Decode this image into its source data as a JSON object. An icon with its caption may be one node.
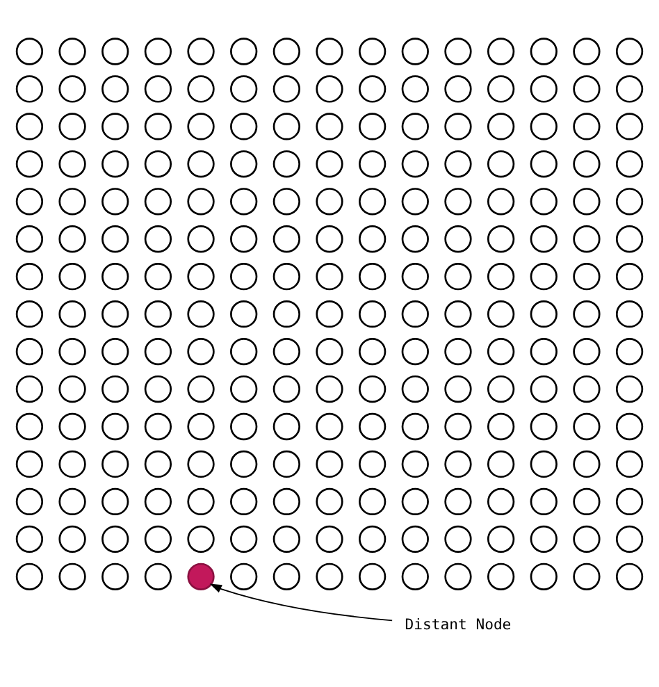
{
  "diagram": {
    "nodes": [
      {
        "text": [],
        "shape": "circle"
      },
      {
        "text": [],
        "shape": "circle"
      },
      {
        "text": [],
        "shape": "circle"
      },
      {
        "text": [],
        "shape": "circle"
      },
      {
        "text": [],
        "shape": "circle"
      },
      {
        "text": [],
        "shape": "circle"
      },
      {
        "text": [],
        "shape": "circle"
      },
      {
        "text": [],
        "shape": "circle"
      },
      {
        "text": [],
        "shape": "circle"
      },
      {
        "text": [],
        "shape": "circle"
      },
      {
        "text": [],
        "shape": "circle"
      },
      {
        "text": [],
        "shape": "circle"
      },
      {
        "text": [],
        "shape": "circle"
      },
      {
        "text": [],
        "shape": "circle"
      },
      {
        "text": [],
        "shape": "circle"
      },
      {
        "text": [],
        "shape": "circle"
      },
      {
        "text": [],
        "shape": "circle"
      },
      {
        "text": [],
        "shape": "circle"
      },
      {
        "text": [],
        "shape": "circle"
      },
      {
        "text": [],
        "shape": "circle"
      },
      {
        "text": [],
        "shape": "circle"
      },
      {
        "text": [],
        "shape": "circle"
      },
      {
        "text": [],
        "shape": "circle"
      },
      {
        "text": [],
        "shape": "circle"
      },
      {
        "text": [],
        "shape": "circle"
      },
      {
        "text": [],
        "shape": "circle"
      },
      {
        "text": [],
        "shape": "circle"
      },
      {
        "text": [],
        "shape": "circle"
      },
      {
        "text": [],
        "shape": "circle"
      },
      {
        "text": [],
        "shape": "circle"
      },
      {
        "text": [],
        "shape": "circle"
      },
      {
        "text": [],
        "shape": "circle"
      },
      {
        "text": [],
        "shape": "circle"
      },
      {
        "text": [],
        "shape": "circle"
      },
      {
        "text": [],
        "shape": "circle"
      },
      {
        "text": [],
        "shape": "circle"
      },
      {
        "text": [],
        "shape": "circle"
      },
      {
        "text": [],
        "shape": "circle"
      },
      {
        "text": [],
        "shape": "circle"
      },
      {
        "text": [],
        "shape": "circle"
      },
      {
        "text": [],
        "shape": "circle"
      },
      {
        "text": [],
        "shape": "circle"
      },
      {
        "text": [],
        "shape": "circle"
      },
      {
        "text": [],
        "shape": "circle"
      },
      {
        "text": [],
        "shape": "circle"
      },
      {
        "text": [],
        "shape": "circle"
      },
      {
        "text": [],
        "shape": "circle"
      },
      {
        "text": [],
        "shape": "circle"
      },
      {
        "text": [],
        "shape": "circle"
      },
      {
        "text": [],
        "shape": "circle"
      },
      {
        "text": [],
        "shape": "circle"
      },
      {
        "text": [],
        "shape": "circle"
      },
      {
        "text": [],
        "shape": "circle"
      },
      {
        "text": [],
        "shape": "circle"
      },
      {
        "text": [],
        "shape": "circle"
      },
      {
        "text": [],
        "shape": "circle"
      },
      {
        "text": [],
        "shape": "circle"
      },
      {
        "text": [],
        "shape": "circle"
      },
      {
        "text": [],
        "shape": "circle"
      },
      {
        "text": [],
        "shape": "circle"
      },
      {
        "text": [],
        "shape": "circle"
      },
      {
        "text": [],
        "shape": "circle"
      },
      {
        "text": [],
        "shape": "circle"
      },
      {
        "text": [],
        "shape": "circle"
      },
      {
        "text": [],
        "shape": "circle"
      },
      {
        "text": [],
        "shape": "circle"
      },
      {
        "text": [],
        "shape": "circle"
      },
      {
        "text": [],
        "shape": "circle"
      },
      {
        "text": [],
        "shape": "circle"
      },
      {
        "text": [],
        "shape": "circle"
      },
      {
        "text": [],
        "shape": "circle"
      },
      {
        "text": [],
        "shape": "circle"
      },
      {
        "text": [],
        "shape": "circle"
      },
      {
        "text": [],
        "shape": "circle"
      },
      {
        "text": [],
        "shape": "circle"
      },
      {
        "text": [],
        "shape": "circle"
      },
      {
        "text": [],
        "shape": "circle"
      },
      {
        "text": [],
        "shape": "circle"
      },
      {
        "text": [],
        "shape": "circle"
      },
      {
        "text": [],
        "shape": "circle"
      },
      {
        "text": [],
        "shape": "circle"
      },
      {
        "text": [],
        "shape": "circle"
      },
      {
        "text": [],
        "shape": "circle"
      },
      {
        "text": [],
        "shape": "circle"
      },
      {
        "text": [],
        "shape": "circle"
      },
      {
        "text": [],
        "shape": "circle"
      },
      {
        "text": [],
        "shape": "circle"
      },
      {
        "text": [],
        "shape": "circle"
      },
      {
        "text": [],
        "shape": "circle"
      },
      {
        "text": [],
        "shape": "circle"
      },
      {
        "text": [],
        "shape": "circle"
      },
      {
        "text": [],
        "shape": "circle"
      },
      {
        "text": [],
        "shape": "circle"
      },
      {
        "text": [],
        "shape": "circle"
      },
      {
        "text": [],
        "shape": "circle"
      },
      {
        "text": [],
        "shape": "circle"
      },
      {
        "text": [],
        "shape": "circle"
      },
      {
        "text": [],
        "shape": "circle"
      },
      {
        "text": [],
        "shape": "circle"
      },
      {
        "text": [],
        "shape": "circle"
      },
      {
        "text": [],
        "shape": "circle"
      },
      {
        "text": [],
        "shape": "circle"
      },
      {
        "text": [],
        "shape": "circle"
      },
      {
        "text": [],
        "shape": "circle"
      },
      {
        "text": [],
        "shape": "circle"
      },
      {
        "text": [],
        "shape": "circle"
      },
      {
        "text": [],
        "shape": "circle"
      },
      {
        "text": [],
        "shape": "circle"
      },
      {
        "text": [],
        "shape": "circle"
      },
      {
        "text": [],
        "shape": "circle"
      },
      {
        "text": [],
        "shape": "circle"
      },
      {
        "text": [],
        "shape": "circle"
      },
      {
        "text": [],
        "shape": "circle"
      },
      {
        "text": [],
        "shape": "circle"
      },
      {
        "text": [],
        "shape": "circle"
      },
      {
        "text": [],
        "shape": "circle"
      },
      {
        "text": [],
        "shape": "circle"
      },
      {
        "text": [],
        "shape": "circle"
      },
      {
        "text": [],
        "shape": "circle"
      },
      {
        "text": [],
        "shape": "circle"
      },
      {
        "text": [],
        "shape": "circle"
      },
      {
        "text": [],
        "shape": "circle"
      },
      {
        "text": [],
        "shape": "circle"
      },
      {
        "text": [],
        "shape": "circle"
      },
      {
        "text": [],
        "shape": "circle"
      },
      {
        "text": [],
        "shape": "circle"
      },
      {
        "text": [],
        "shape": "circle"
      },
      {
        "text": [],
        "shape": "circle"
      },
      {
        "text": [],
        "shape": "circle"
      },
      {
        "text": [],
        "shape": "circle"
      },
      {
        "text": [],
        "shape": "circle"
      },
      {
        "text": [],
        "shape": "circle"
      },
      {
        "text": [],
        "shape": "circle"
      },
      {
        "text": [],
        "shape": "circle"
      },
      {
        "text": [],
        "shape": "circle"
      },
      {
        "text": [],
        "shape": "circle"
      },
      {
        "text": [],
        "shape": "circle"
      },
      {
        "text": [],
        "shape": "circle"
      },
      {
        "text": [],
        "shape": "circle"
      },
      {
        "text": [],
        "shape": "circle"
      },
      {
        "text": [],
        "shape": "circle"
      },
      {
        "text": [],
        "shape": "circle"
      },
      {
        "text": [],
        "shape": "circle"
      },
      {
        "text": [],
        "shape": "circle"
      },
      {
        "text": [],
        "shape": "circle"
      },
      {
        "text": [],
        "shape": "circle"
      },
      {
        "text": [],
        "shape": "circle"
      },
      {
        "text": [],
        "shape": "circle"
      },
      {
        "text": [],
        "shape": "circle"
      },
      {
        "text": [],
        "shape": "circle"
      },
      {
        "text": [],
        "shape": "circle"
      },
      {
        "text": [],
        "shape": "circle"
      },
      {
        "text": [],
        "shape": "circle"
      },
      {
        "text": [],
        "shape": "circle"
      },
      {
        "text": [],
        "shape": "circle"
      },
      {
        "text": [],
        "shape": "circle"
      },
      {
        "text": [],
        "shape": "circle"
      },
      {
        "text": [],
        "shape": "circle"
      },
      {
        "text": [],
        "shape": "circle"
      },
      {
        "text": [],
        "shape": "circle"
      },
      {
        "text": [],
        "shape": "circle"
      },
      {
        "text": [],
        "shape": "circle"
      },
      {
        "text": [],
        "shape": "circle"
      },
      {
        "text": [],
        "shape": "circle"
      },
      {
        "text": [],
        "shape": "circle"
      },
      {
        "text": [],
        "shape": "circle"
      },
      {
        "text": [],
        "shape": "circle"
      },
      {
        "text": [],
        "shape": "circle"
      },
      {
        "text": [],
        "shape": "circle"
      },
      {
        "text": [],
        "shape": "circle"
      },
      {
        "text": [],
        "shape": "circle"
      },
      {
        "text": [],
        "shape": "circle"
      },
      {
        "text": [],
        "shape": "circle"
      },
      {
        "text": [],
        "shape": "circle"
      },
      {
        "text": [],
        "shape": "circle"
      },
      {
        "text": [],
        "shape": "circle"
      },
      {
        "text": [],
        "shape": "circle"
      },
      {
        "text": [],
        "shape": "circle"
      },
      {
        "text": [],
        "shape": "circle"
      },
      {
        "text": [],
        "shape": "circle"
      },
      {
        "text": [],
        "shape": "circle"
      },
      {
        "text": [],
        "shape": "circle"
      },
      {
        "text": [],
        "shape": "circle"
      },
      {
        "text": [],
        "shape": "circle"
      },
      {
        "text": [],
        "shape": "circle"
      },
      {
        "text": [],
        "shape": "circle"
      },
      {
        "text": [],
        "shape": "circle"
      },
      {
        "text": [],
        "shape": "circle"
      },
      {
        "text": [],
        "shape": "circle"
      },
      {
        "text": [],
        "shape": "circle"
      },
      {
        "text": [],
        "shape": "circle"
      },
      {
        "text": [],
        "shape": "circle"
      },
      {
        "text": [],
        "shape": "circle"
      },
      {
        "text": [],
        "shape": "circle"
      },
      {
        "text": [],
        "shape": "circle"
      },
      {
        "text": [],
        "shape": "circle"
      },
      {
        "text": [],
        "shape": "circle"
      },
      {
        "text": [],
        "shape": "circle"
      },
      {
        "text": [],
        "shape": "circle"
      },
      {
        "text": [],
        "shape": "circle"
      },
      {
        "text": [],
        "shape": "circle"
      },
      {
        "text": [],
        "shape": "circle"
      },
      {
        "text": [],
        "shape": "circle"
      },
      {
        "text": [],
        "shape": "circle"
      },
      {
        "text": [],
        "shape": "circle"
      },
      {
        "text": [],
        "shape": "circle"
      },
      {
        "text": [],
        "shape": "circle"
      },
      {
        "text": [],
        "shape": "circle"
      },
      {
        "text": [],
        "shape": "circle"
      },
      {
        "text": [],
        "shape": "circle"
      },
      {
        "text": [],
        "shape": "circle"
      },
      {
        "text": [],
        "shape": "circle"
      },
      {
        "text": [],
        "shape": "circle"
      },
      {
        "text": [],
        "shape": "circle"
      },
      {
        "text": [],
        "shape": "circle"
      },
      {
        "text": [],
        "shape": "circle"
      },
      {
        "text": [],
        "shape": "circle"
      },
      {
        "text": [],
        "shape": "circle"
      },
      {
        "text": [],
        "shape": "circle"
      },
      {
        "text": [],
        "shape": "circle"
      },
      {
        "text": [],
        "shape": "circle"
      },
      {
        "text": [],
        "shape": "circle"
      },
      {
        "text": [],
        "shape": "circle"
      },
      {
        "text": [],
        "shape": "circle"
      },
      {
        "text": [],
        "shape": "circle"
      },
      {
        "text": [
          "Distant Node"
        ]
      }
    ],
    "edges": [
      {
        "from": 225,
        "to": 214,
        "arrow": "to"
      }
    ]
  }
}
